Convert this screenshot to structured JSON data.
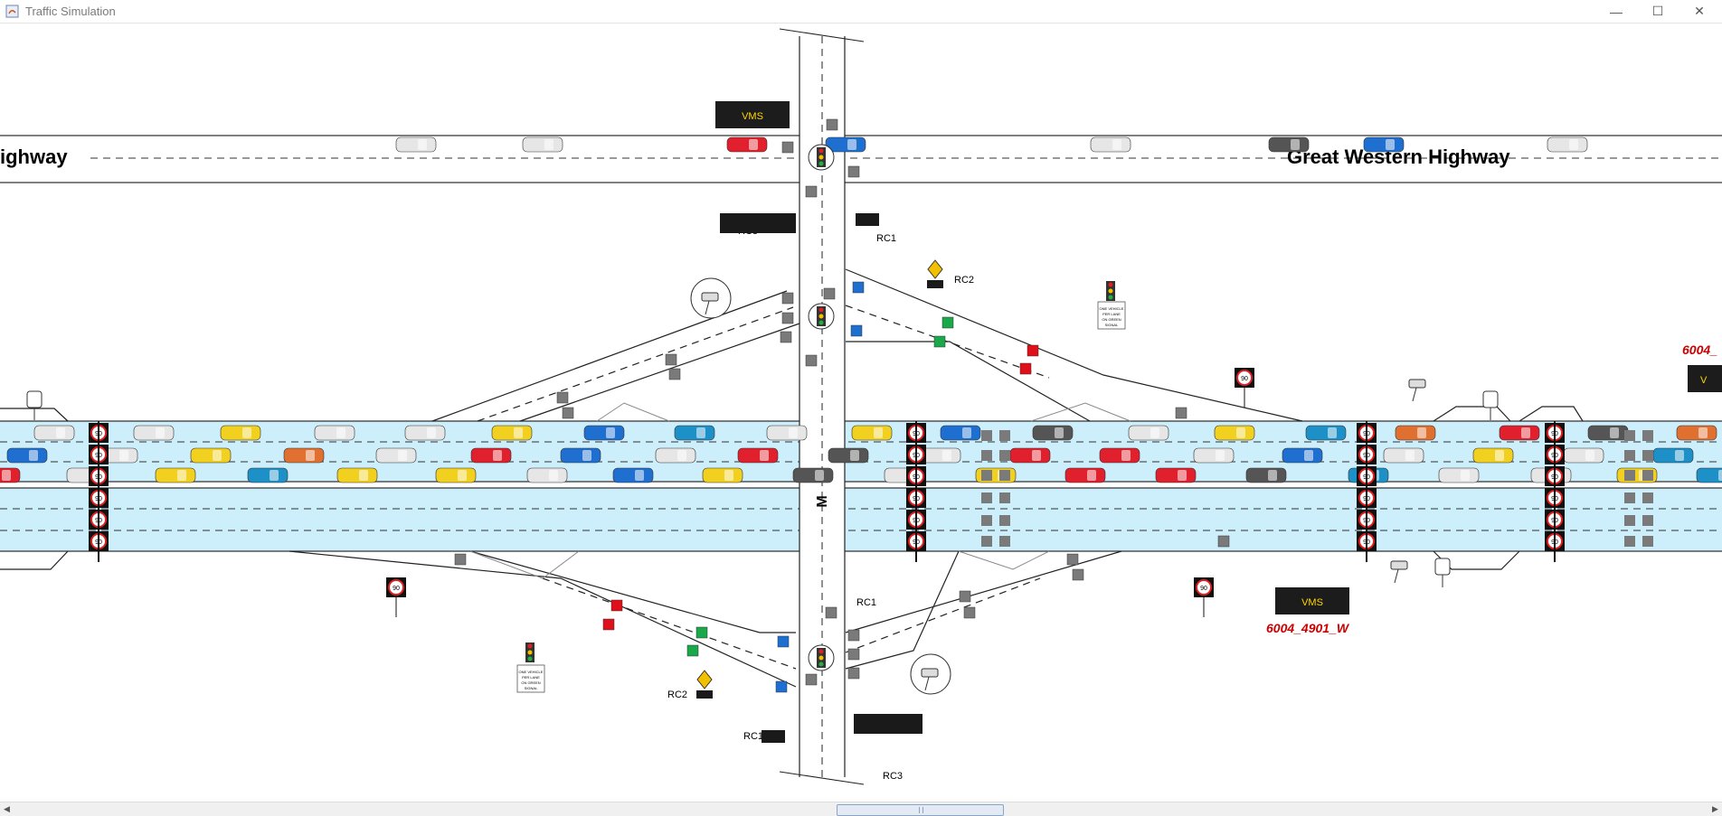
{
  "window": {
    "title": "Traffic Simulation",
    "minimize": "—",
    "maximize": "☐",
    "close": "✕"
  },
  "map": {
    "road_left_name": "ighway",
    "road_right_name": "Great Western Highway",
    "motorway_label": "M",
    "vms_label": "VMS",
    "vms_cut_label": "V",
    "vms_id_lower": "6004_4901_W",
    "vms_id_upper_cut": "6004_",
    "speed_limit": "90",
    "ramp_controls": {
      "rc1_upper": "RC1",
      "rc2_upper": "RC2",
      "rc3_upper": "RC3",
      "rc1_lower": "RC1",
      "rc2_lower": "RC2",
      "rc3_lower": "RC3"
    },
    "ramp_sign_text": [
      "ONE VEHICLE",
      "PER LANE",
      "ON GREEN",
      "SIGNAL"
    ]
  },
  "colors": {
    "freeway_fill": "#cdeefb",
    "vms_bg": "#1c1c1c",
    "vms_text": "#ffd400",
    "vms_id": "#cc0000",
    "sign_border": "#e02020",
    "car_red": "#e0202c",
    "car_blue": "#1e6fd0",
    "car_yellow": "#f2d020",
    "car_white": "#e6e6e6",
    "car_teal": "#1e90c8",
    "car_dark": "#555555",
    "car_orange": "#e07030",
    "detector_grey": "#7a7a7a",
    "detector_green": "#1aa84a",
    "detector_red": "#e0101a",
    "detector_blue": "#1e6fd0"
  },
  "scrollbar": {
    "left_arrow": "◀",
    "right_arrow": "▶"
  }
}
